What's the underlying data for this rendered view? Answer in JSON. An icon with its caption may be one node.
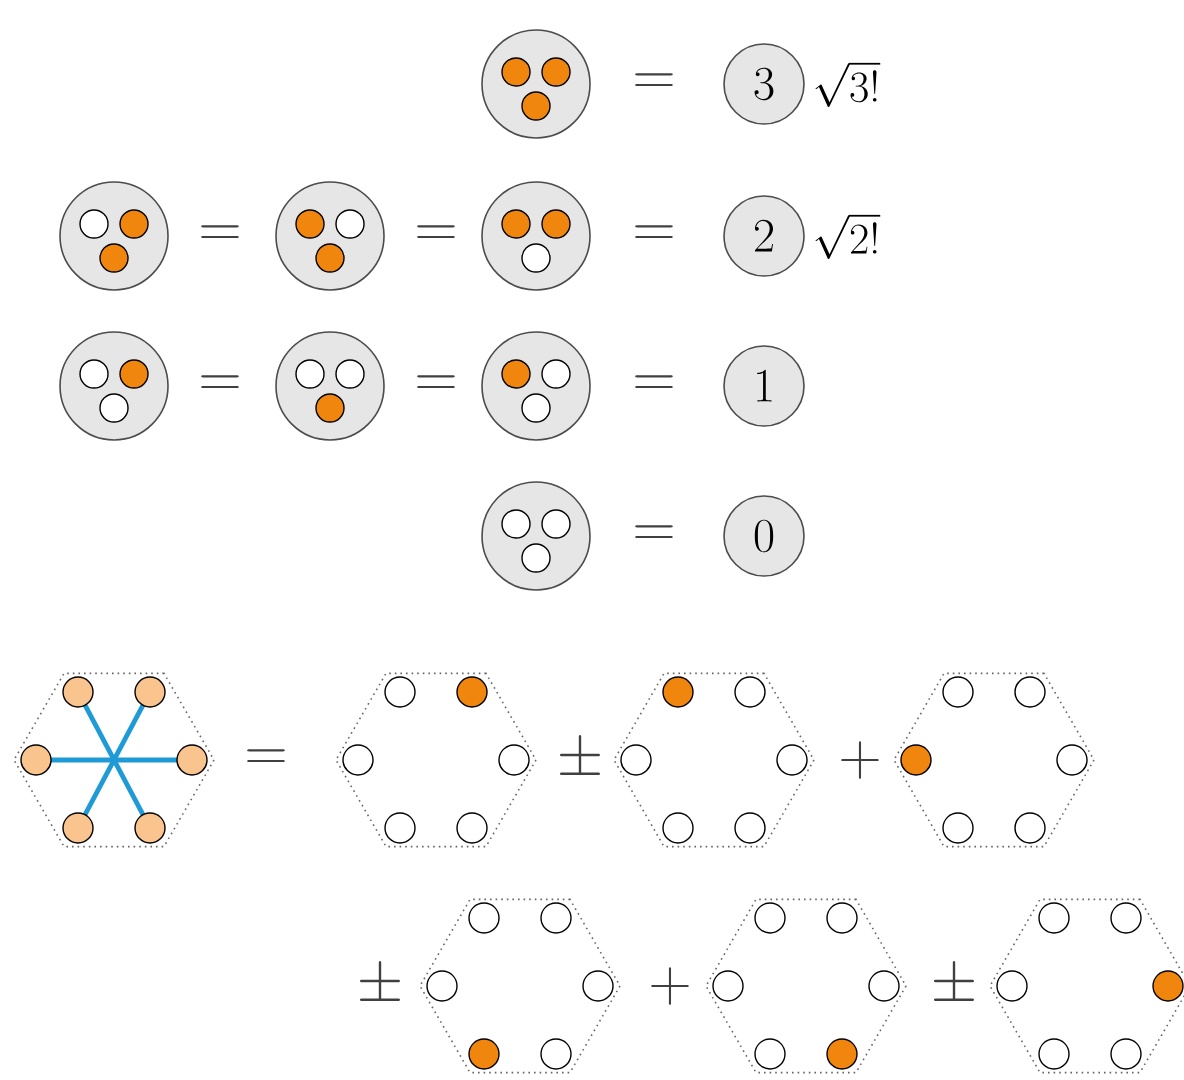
{
  "diagram": {
    "nodes": [
      {
        "text": [],
        "shape": "circle"
      },
      {
        "text": [
          "3"
        ],
        "beside": [
          "\\sqrt{3!}"
        ]
      },
      {
        "text": [],
        "shape": "circle"
      },
      {
        "text": [],
        "shape": "circle"
      },
      {
        "text": [],
        "shape": "circle"
      },
      {
        "text": [
          "2"
        ],
        "beside": [
          "\\sqrt{2!}"
        ]
      },
      {
        "text": [],
        "shape": "circle"
      },
      {
        "text": [],
        "shape": "circle"
      },
      {
        "text": [],
        "shape": "circle"
      },
      {
        "text": [
          "1"
        ]
      },
      {
        "text": [],
        "shape": "circle"
      },
      {
        "text": [
          "0"
        ]
      },
      {
        "text": [],
        "shape": "hexagon"
      },
      {
        "text": [],
        "shape": "hexagon"
      },
      {
        "text": [],
        "shape": "hexagon"
      },
      {
        "text": [],
        "shape": "hexagon"
      },
      {
        "text": [],
        "shape": "hexagon"
      },
      {
        "text": [],
        "shape": "hexagon"
      },
      {
        "text": [],
        "shape": "hexagon"
      }
    ],
    "labels": [
      "=",
      "=",
      "=",
      "=",
      "=",
      "=",
      "=",
      "=",
      "=",
      "\\pm",
      "+",
      "\\pm",
      "+",
      "\\pm"
    ]
  }
}
